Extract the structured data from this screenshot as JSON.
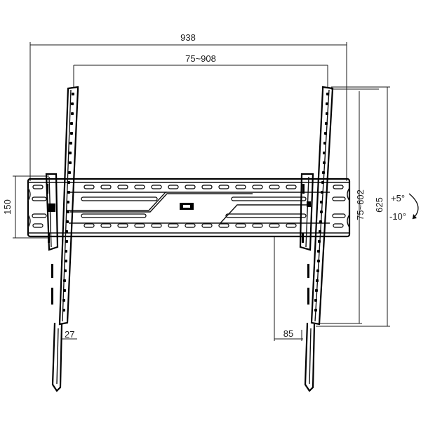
{
  "dimensions": {
    "overall_width": "938",
    "vesa_width": "75~908",
    "height": "150",
    "vesa_height": "75~602",
    "total_height": "625",
    "wall_gap": "27",
    "depth": "85"
  },
  "tilt": {
    "up": "+5°",
    "down": "-10°"
  }
}
